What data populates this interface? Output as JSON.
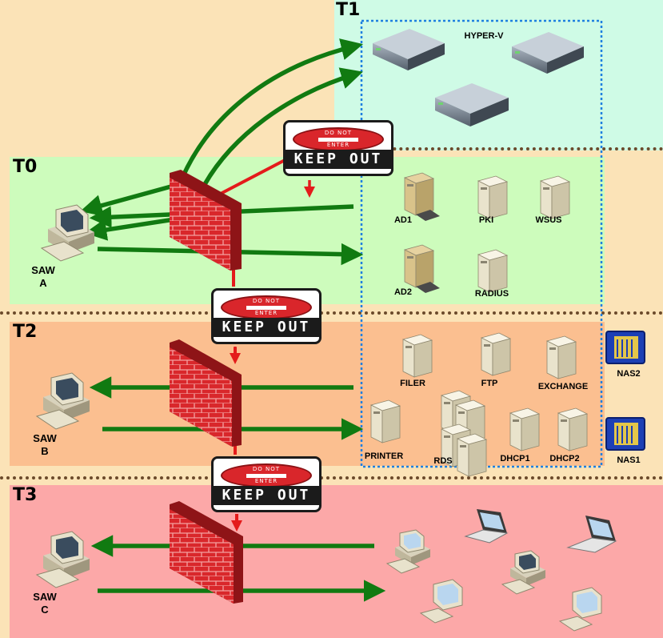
{
  "tiers": {
    "t1": {
      "label": "T1",
      "color": "#cffbe6"
    },
    "t0": {
      "label": "T0",
      "color": "#cdfcbc"
    },
    "t2": {
      "label": "T2",
      "color": "#fbbf90"
    },
    "t3": {
      "label": "T3",
      "color": "#fca8a8"
    }
  },
  "signs": {
    "do_not": "DO NOT",
    "enter": "ENTER",
    "keep_out": "KEEP OUT"
  },
  "saws": [
    {
      "line1": "SAW",
      "line2": "A"
    },
    {
      "line1": "SAW",
      "line2": "B"
    },
    {
      "line1": "SAW",
      "line2": "C"
    }
  ],
  "servers": {
    "hyperv": "HYPER-V",
    "ad1": "AD1",
    "pki": "PKI",
    "wsus": "WSUS",
    "ad2": "AD2",
    "radius": "RADIUS",
    "filer": "FILER",
    "ftp": "FTP",
    "exchange": "EXCHANGE",
    "nas2": "NAS2",
    "printer": "PRINTER",
    "rds": "RDS",
    "dhcp1": "DHCP1",
    "dhcp2": "DHCP2",
    "nas1": "NAS1"
  },
  "colors": {
    "arrow_green": "#117a11",
    "arrow_red": "#e41b1b",
    "brick": "#d9272b",
    "boundary_blue": "#1e7fe0"
  }
}
